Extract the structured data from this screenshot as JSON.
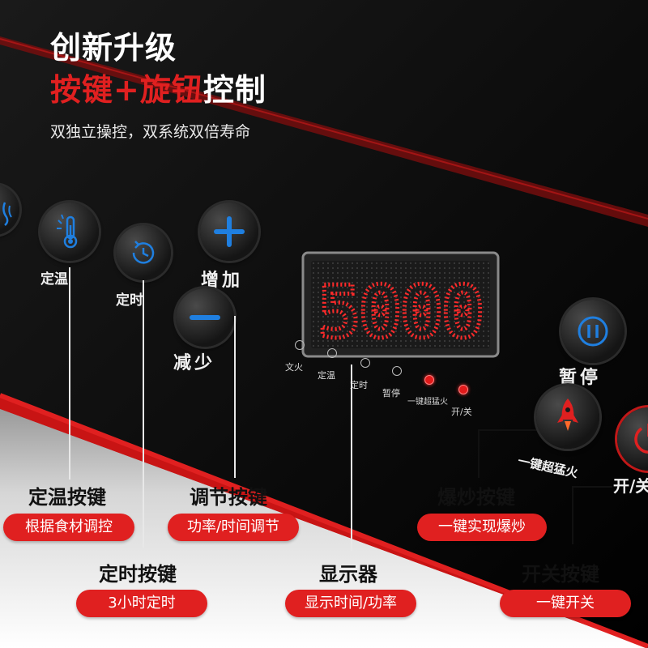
{
  "header": {
    "title": "创新升级",
    "subtitle_part1": "按键",
    "subtitle_plus": "+",
    "subtitle_part2": "旋钮",
    "subtitle_part3": "控制",
    "tagline": "双独立操控，双系统双倍寿命"
  },
  "panel": {
    "display_value": "5000",
    "buttons": {
      "temp": "定温",
      "timer": "定时",
      "increase": "增加",
      "decrease": "减少",
      "pause": "暂停",
      "boost": "一键超猛火",
      "power": "开/关"
    },
    "indicators": [
      {
        "label": "文火",
        "on": false
      },
      {
        "label": "定温",
        "on": false
      },
      {
        "label": "定时",
        "on": false
      },
      {
        "label": "暂停",
        "on": false
      },
      {
        "label": "一键超猛火",
        "on": true
      },
      {
        "label": "开/关",
        "on": true
      }
    ]
  },
  "callouts": {
    "temp": {
      "title": "定温按键",
      "desc": "根据食材调控"
    },
    "adjust": {
      "title": "调节按键",
      "desc": "功率/时间调节"
    },
    "boost": {
      "title": "爆炒按键",
      "desc": "一键实现爆炒"
    },
    "timer": {
      "title": "定时按键",
      "desc": "3小时定时"
    },
    "display": {
      "title": "显示器",
      "desc": "显示时间/功率"
    },
    "power": {
      "title": "开关按键",
      "desc": "一键开关"
    }
  },
  "colors": {
    "accent_red": "#e02020",
    "panel_black": "#050505",
    "icon_blue": "#1f7fe0",
    "display_red": "#ff2a2a"
  }
}
